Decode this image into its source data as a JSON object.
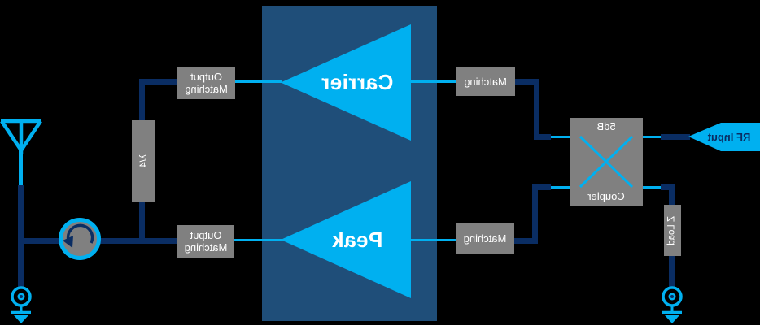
{
  "diagram": {
    "type": "doherty-amplifier-block-diagram",
    "orientation": "horizontally-mirrored",
    "background": "#000000",
    "colors": {
      "accent_cyan": "#00b0f0",
      "wire_navy": "#0a2d63",
      "amplifier_block_blue": "#1f4e79",
      "component_gray": "#808080",
      "label_white": "#ffffff"
    },
    "nodes": {
      "rf_input": {
        "label": "RF Input"
      },
      "coupler": {
        "label_db": "5dB",
        "label_name": "Coupler"
      },
      "matching_top": {
        "label": "Matching"
      },
      "matching_bottom": {
        "label": "Matching"
      },
      "carrier_amp": {
        "label": "Carrier"
      },
      "peak_amp": {
        "label": "Peak"
      },
      "output_matching_top": {
        "line1": "Output",
        "line2": "Matching"
      },
      "output_matching_bottom": {
        "line1": "Output",
        "line2": "Matching"
      },
      "quarter_wave": {
        "label": "λ/4"
      },
      "z_load": {
        "label": "Z Load"
      }
    },
    "icons": {
      "coupler_cross": "coupler-cross-icon",
      "circulator": "circulator-icon",
      "antenna": "antenna-icon",
      "ground_left": "coax-ground-icon",
      "ground_right": "coax-ground-icon"
    }
  }
}
